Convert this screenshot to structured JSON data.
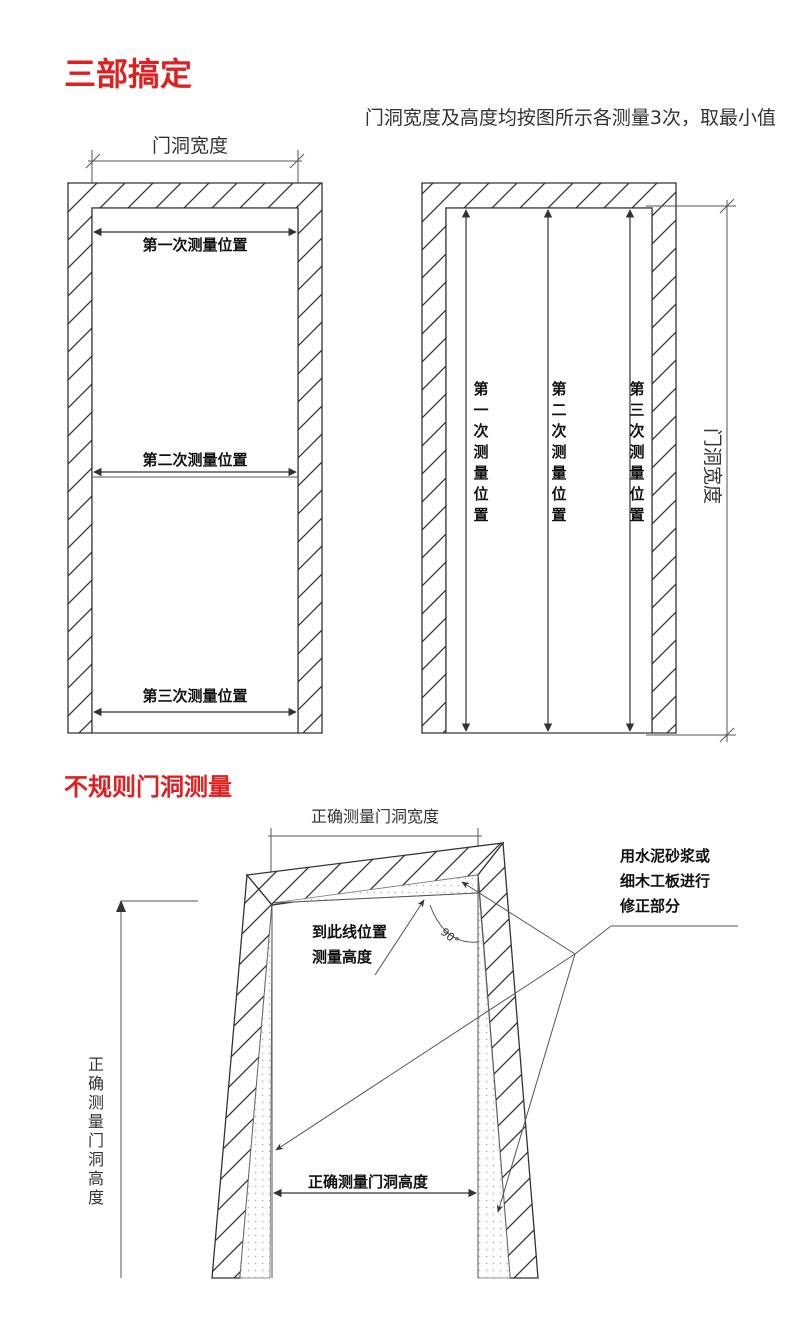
{
  "section1": {
    "title": "三部搞定",
    "note": "门洞宽度及高度均按图所示各测量3次，取最小值",
    "left_figure": {
      "width_label": "门洞宽度",
      "measure_1": "第一次测量位置",
      "measure_2": "第二次测量位置",
      "measure_3": "第三次测量位置"
    },
    "right_figure": {
      "measure_1": "第一次测量位置",
      "measure_2": "第二次测量位置",
      "measure_3": "第三次测量位置",
      "side_label": "门洞宽度"
    }
  },
  "section2": {
    "title": "不规则门洞测量",
    "top_width_label": "正确测量门洞宽度",
    "repair_note": [
      "用水泥砂浆或",
      "细木工板进行",
      "修正部分"
    ],
    "measure_here": [
      "到此线位置",
      "测量高度"
    ],
    "angle_label": "90°",
    "height_label": "正确测量门洞高度",
    "side_height_label": "正确测量门洞高度"
  }
}
